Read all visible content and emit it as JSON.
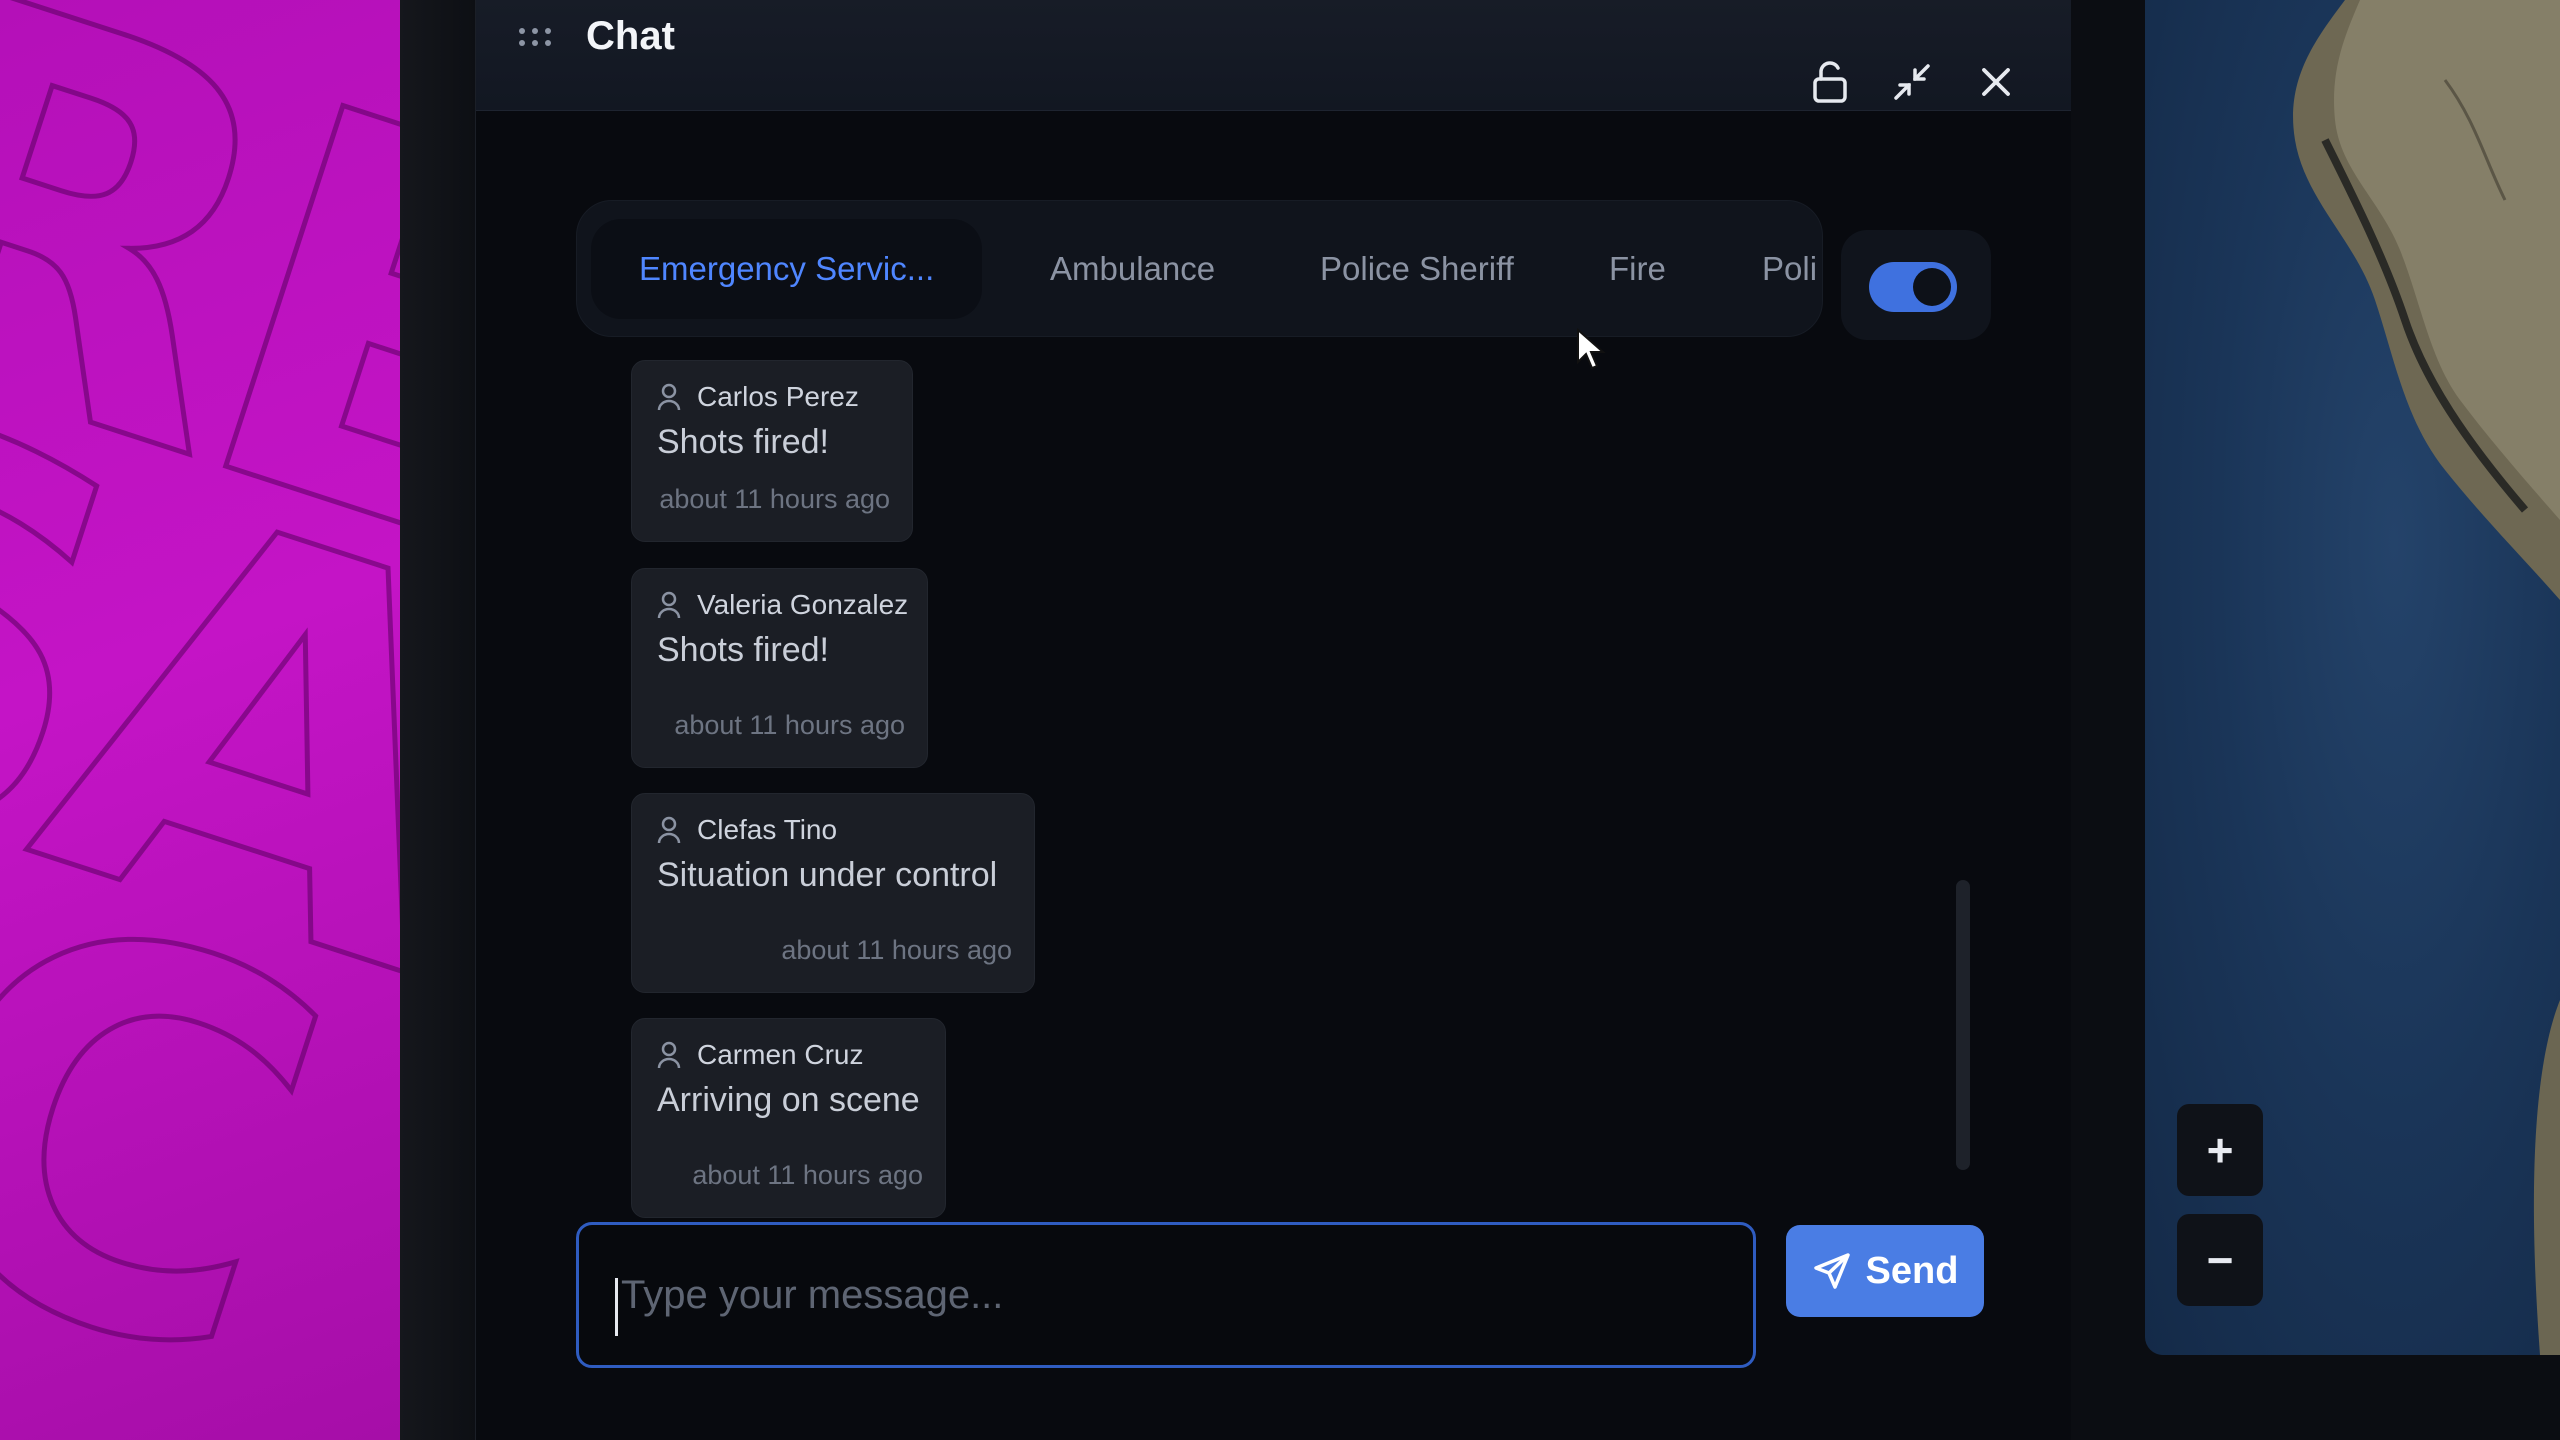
{
  "window": {
    "title": "Chat",
    "grip_icon": "drag-handle-icon",
    "controls": [
      "unlock-icon",
      "minimize-icon",
      "close-icon"
    ]
  },
  "tabs": [
    {
      "label": "Emergency Servic...",
      "active": true
    },
    {
      "label": "Ambulance",
      "active": false
    },
    {
      "label": "Police Sheriff",
      "active": false
    },
    {
      "label": "Fire",
      "active": false
    },
    {
      "label": "Poli",
      "active": false
    }
  ],
  "toggle": {
    "on": true
  },
  "messages": [
    {
      "user": "Carlos Perez",
      "text": "Shots fired!",
      "time": "about 11 hours ago"
    },
    {
      "user": "Valeria Gonzalez",
      "text": "Shots fired!",
      "time": "about 11 hours ago"
    },
    {
      "user": "Clefas Tino",
      "text": "Situation under control",
      "time": "about 11 hours ago"
    },
    {
      "user": "Carmen Cruz",
      "text": "Arriving on scene",
      "time": "about 11 hours ago"
    }
  ],
  "composer": {
    "placeholder": "Type your message...",
    "send_label": "Send"
  },
  "map": {
    "zoom_in": "+",
    "zoom_out": "−"
  },
  "colors": {
    "accent": "#4a7de4",
    "active_tab": "#4f86ff",
    "art_background": "#c414c6"
  }
}
